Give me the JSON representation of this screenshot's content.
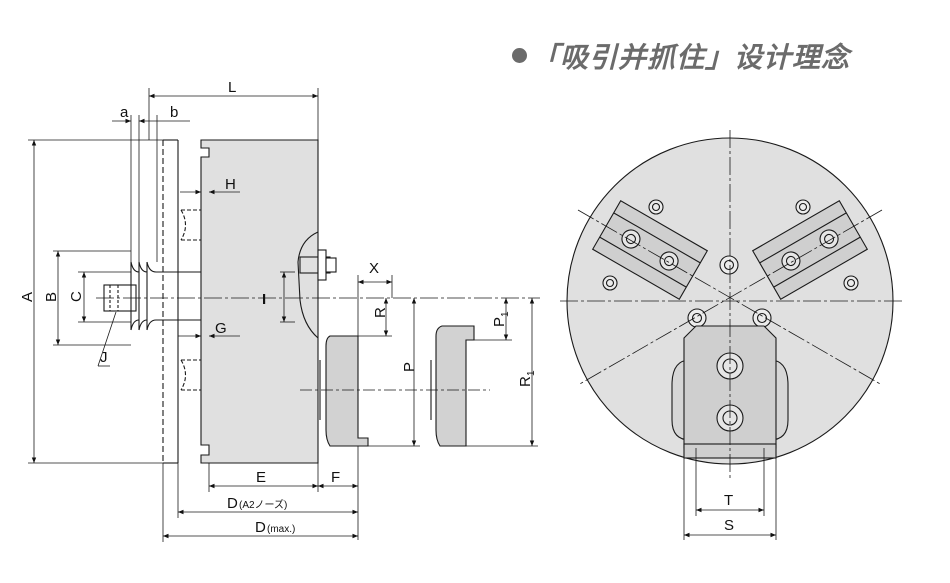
{
  "heading": "「吸引并抓住」设计理念",
  "labels": {
    "L": "L",
    "a": "a",
    "b": "b",
    "H": "H",
    "A": "A",
    "B": "B",
    "C": "C",
    "J": "J",
    "G": "G",
    "I": "I",
    "X": "X",
    "R": "R",
    "P": "P",
    "P1": "P",
    "P1_sub": "1",
    "R1": "R",
    "R1_sub": "1",
    "E": "E",
    "F": "F",
    "D_a2": "D",
    "D_a2_note": "(A2ノーズ)",
    "D_max": "D",
    "D_max_note": "(max.)",
    "T": "T",
    "S": "S"
  },
  "colors": {
    "body_fill": "#e0e0e0",
    "jaw_fill": "#d2d2d2",
    "line": "#1a1a1a",
    "heading": "#6b6b6b"
  }
}
